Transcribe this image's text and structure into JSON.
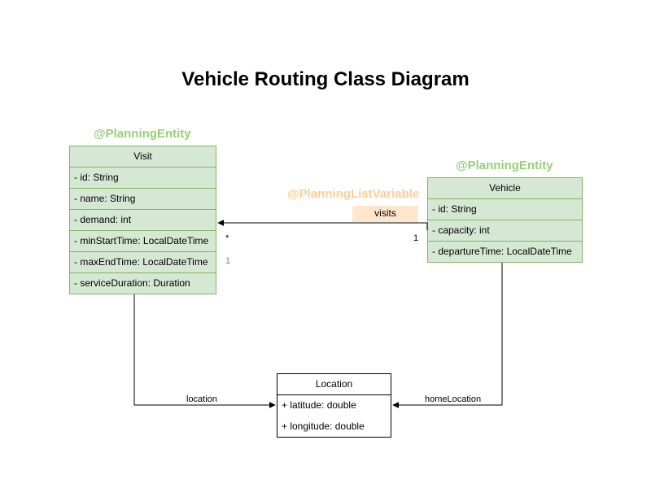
{
  "title": "Vehicle Routing Class Diagram",
  "colors": {
    "class_fill": "#d5e8d4",
    "class_border": "#82b366",
    "stereotype_green": "#97d077",
    "stereotype_orange": "#ffcc99",
    "badge_fill": "#ffe6cc",
    "purple_multiplicity": "#7a6fcc"
  },
  "visit": {
    "stereotype": "@PlanningEntity",
    "name": "Visit",
    "attributes": [
      "- id: String",
      "- name: String",
      "- demand: int",
      "- minStartTime: LocalDateTime",
      "- maxEndTime: LocalDateTime",
      "- serviceDuration: Duration"
    ]
  },
  "vehicle": {
    "stereotype": "@PlanningEntity",
    "name": "Vehicle",
    "attributes": [
      "- id: String",
      "- capacity: int",
      "- departureTime: LocalDateTime"
    ]
  },
  "location": {
    "name": "Location",
    "attributes": [
      "+ latitude: double",
      "+ longitude: double"
    ]
  },
  "visits_edge": {
    "annotation": "@PlanningListVariable",
    "label": "visits",
    "source_multiplicity": "1",
    "target_multiplicity": "*",
    "extra_multiplicity": "1"
  },
  "location_edge": {
    "label": "location"
  },
  "home_location_edge": {
    "label": "homeLocation"
  }
}
